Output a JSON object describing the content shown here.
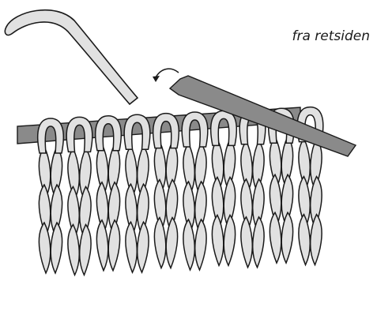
{
  "caption": "fra retsiden",
  "colors": {
    "yarn_fill": "#e1e1e1",
    "outline": "#1a1a1a",
    "needle": "#8a8a8a",
    "background": "#ffffff"
  },
  "icons": [
    "knitting-needle-icon",
    "yarn-strand-icon",
    "curved-arrow-icon"
  ],
  "columns": 10,
  "rows": 3
}
